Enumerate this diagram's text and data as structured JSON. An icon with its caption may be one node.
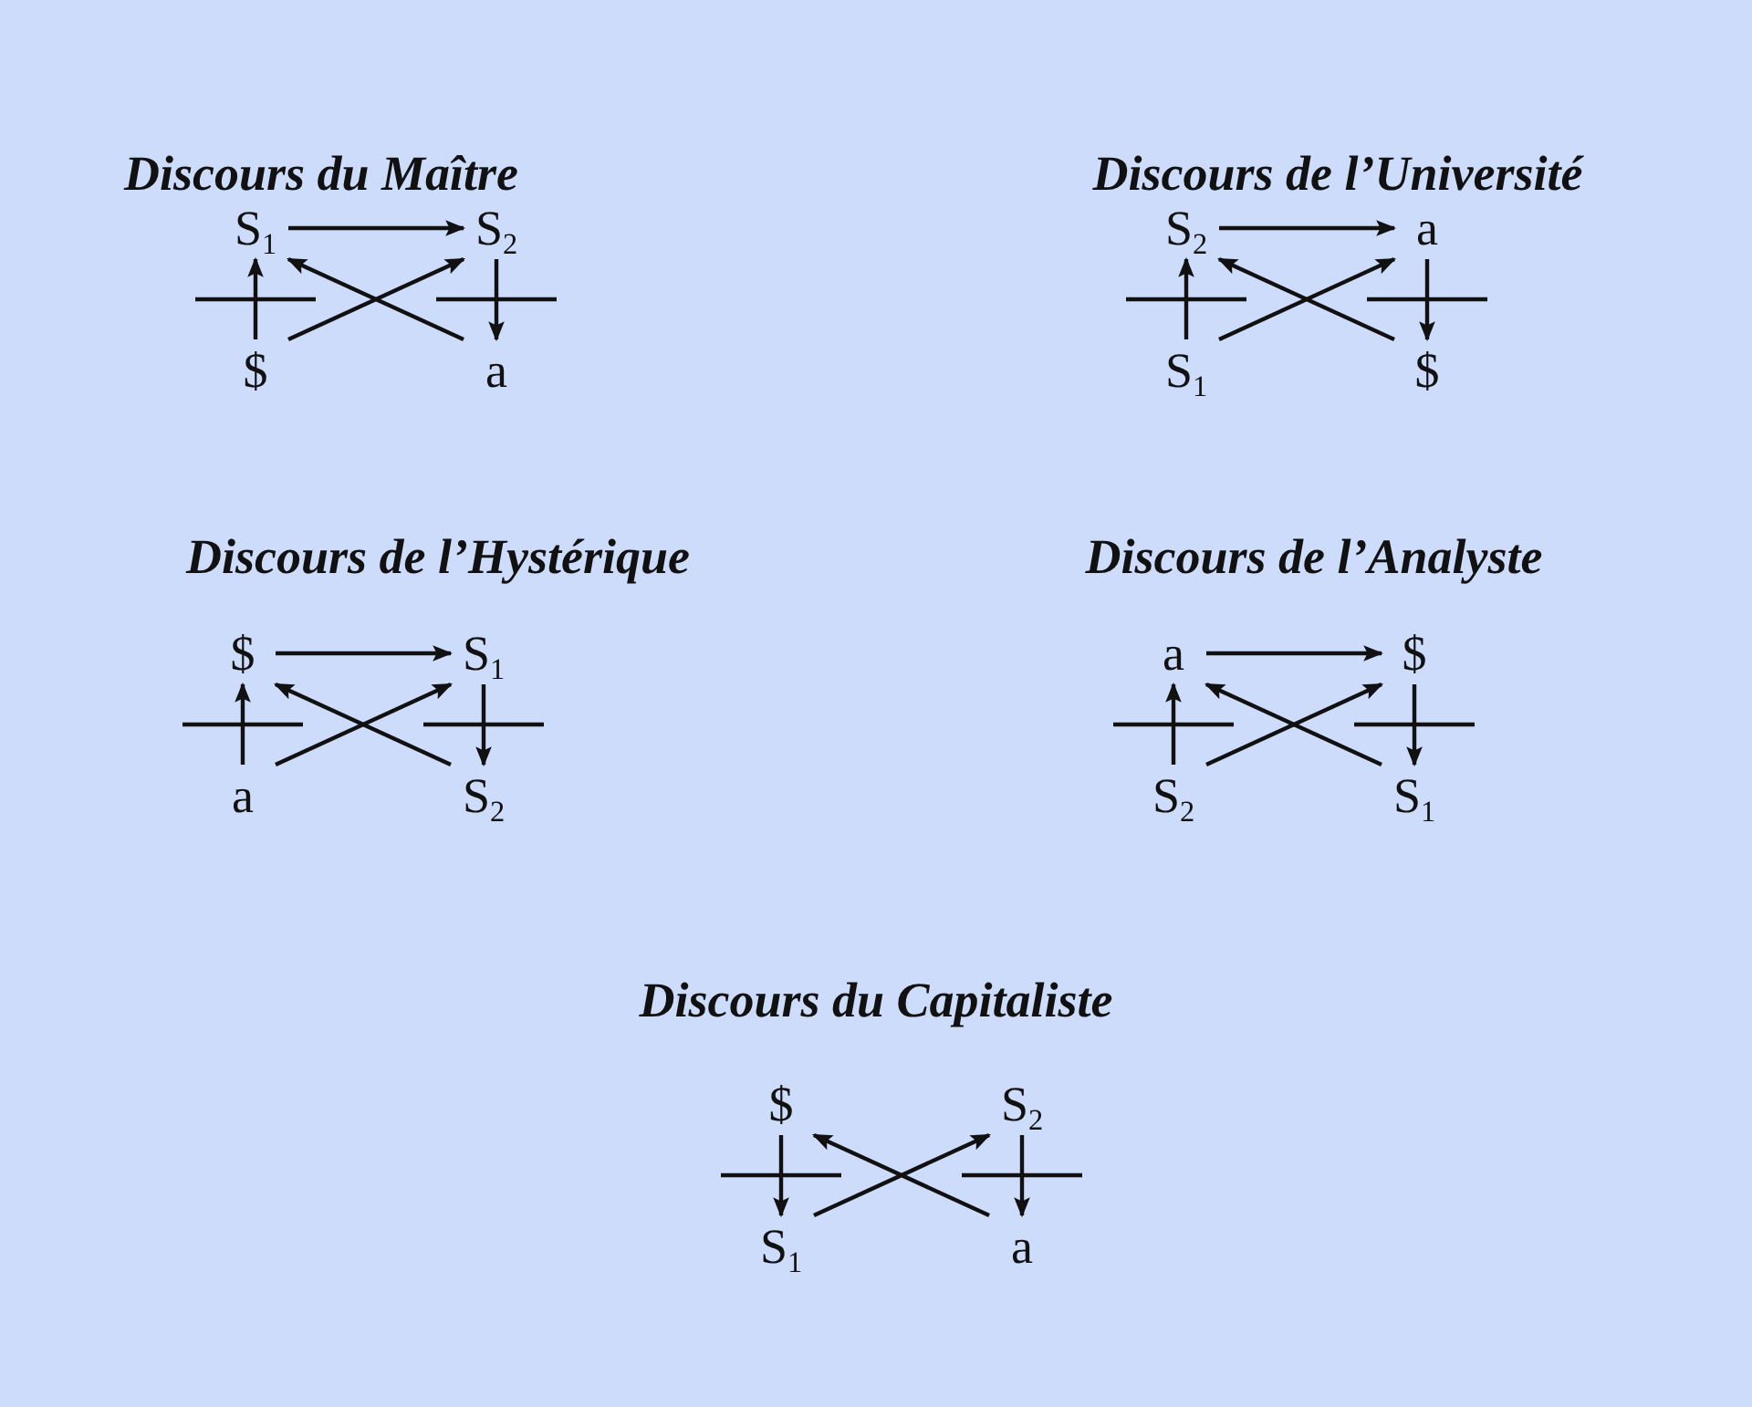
{
  "diagram": {
    "nodes": [
      {
        "text": [
          "S$_{1}$"
        ]
      },
      {
        "text": [
          "S$_{2}$"
        ]
      },
      {
        "text": [
          "$"
        ]
      },
      {
        "text": [
          "a"
        ]
      },
      {
        "text": [
          "S$_{2}$"
        ]
      },
      {
        "text": [
          "a"
        ]
      },
      {
        "text": [
          "S$_{1}$"
        ]
      },
      {
        "text": [
          "$"
        ]
      },
      {
        "text": [
          "$"
        ]
      },
      {
        "text": [
          "S$_{1}$"
        ]
      },
      {
        "text": [
          "a"
        ]
      },
      {
        "text": [
          "S$_{2}$"
        ]
      },
      {
        "text": [
          "a"
        ]
      },
      {
        "text": [
          "$"
        ]
      },
      {
        "text": [
          "S$_{2}$"
        ]
      },
      {
        "text": [
          "S$_{1}$"
        ]
      },
      {
        "text": [
          "$"
        ]
      },
      {
        "text": [
          "S$_{2}$"
        ]
      },
      {
        "text": [
          "S$_{1}$"
        ]
      },
      {
        "text": [
          "a"
        ]
      }
    ],
    "edges": [
      {
        "from": 0,
        "to": 1,
        "arrow": "to"
      },
      {
        "from": 2,
        "to": 0,
        "arrow": "to"
      },
      {
        "from": 1,
        "to": 3,
        "arrow": "to"
      },
      {
        "from": 3,
        "to": 0,
        "arrow": "to"
      },
      {
        "from": 2,
        "to": 1,
        "arrow": "to"
      },
      {
        "from": 4,
        "to": 5,
        "arrow": "to"
      },
      {
        "from": 6,
        "to": 4,
        "arrow": "to"
      },
      {
        "from": 5,
        "to": 7,
        "arrow": "to"
      },
      {
        "from": 7,
        "to": 4,
        "arrow": "to"
      },
      {
        "from": 6,
        "to": 5,
        "arrow": "to"
      },
      {
        "from": 8,
        "to": 9,
        "arrow": "to"
      },
      {
        "from": 10,
        "to": 8,
        "arrow": "to"
      },
      {
        "from": 9,
        "to": 11,
        "arrow": "to"
      },
      {
        "from": 11,
        "to": 8,
        "arrow": "to"
      },
      {
        "from": 10,
        "to": 9,
        "arrow": "to"
      },
      {
        "from": 12,
        "to": 13,
        "arrow": "to"
      },
      {
        "from": 14,
        "to": 12,
        "arrow": "to"
      },
      {
        "from": 13,
        "to": 15,
        "arrow": "to"
      },
      {
        "from": 15,
        "to": 12,
        "arrow": "to"
      },
      {
        "from": 14,
        "to": 13,
        "arrow": "to"
      },
      {
        "from": 16,
        "to": 18,
        "arrow": "to"
      },
      {
        "from": 17,
        "to": 19,
        "arrow": "to"
      },
      {
        "from": 19,
        "to": 16,
        "arrow": "to"
      },
      {
        "from": 18,
        "to": 17,
        "arrow": "to"
      }
    ],
    "labels": [
      "Discours du Maître",
      "Discours de l’Université",
      "Discours de l’Hystérique",
      "Discours de l’Analyste",
      "Discours du Capitaliste"
    ]
  }
}
